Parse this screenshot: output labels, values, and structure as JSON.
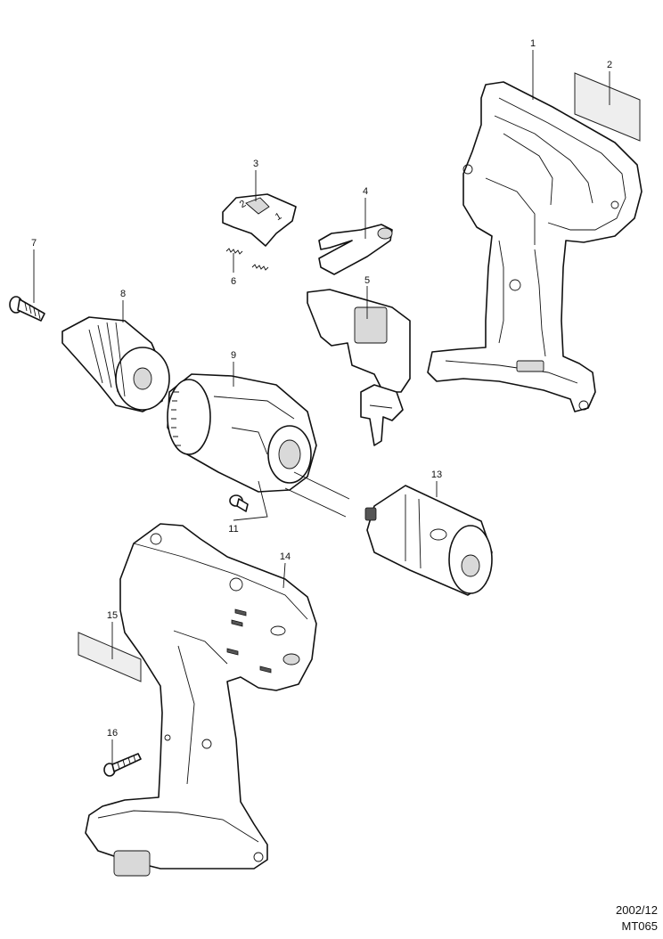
{
  "callouts": [
    "1",
    "2",
    "3",
    "4",
    "5",
    "6",
    "7",
    "8",
    "9",
    "11",
    "13",
    "14",
    "15",
    "16"
  ],
  "chuck_markings": [
    "2",
    "1"
  ],
  "footer": {
    "date": "2002/12",
    "model_code": "MT065"
  },
  "style": {
    "line_color": "#111111",
    "background": "#ffffff"
  }
}
